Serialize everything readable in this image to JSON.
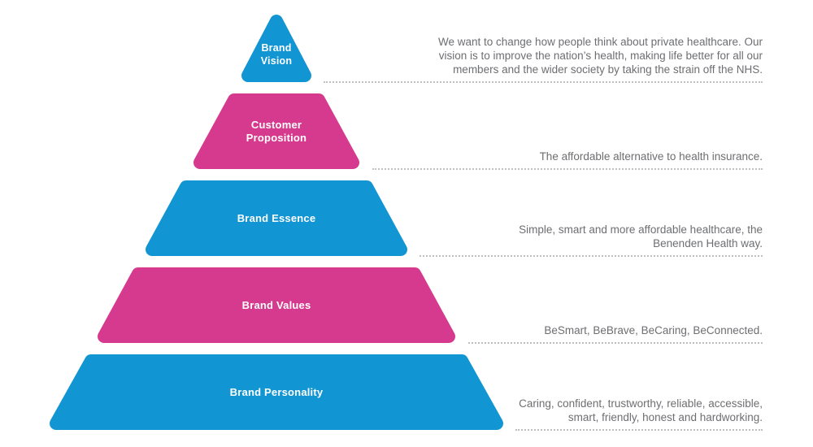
{
  "diagram": {
    "type": "brand-pyramid",
    "colors": {
      "blue": "#1295d3",
      "pink": "#d63a8e",
      "text-gray": "#6d6e71",
      "dotted-line": "#bfbfbf"
    },
    "tiers": [
      {
        "label": "Brand Vision",
        "color": "#1295d3",
        "description": "We want to change how people think about  private healthcare. Our\nvision is to improve the nation’s health, making life better for all our\nmembers and the wider society by taking the strain off the NHS."
      },
      {
        "label": "Customer Proposition",
        "color": "#d63a8e",
        "description": "The affordable alternative to health insurance."
      },
      {
        "label": "Brand Essence",
        "color": "#1295d3",
        "description": "Simple, smart and more affordable healthcare, the\nBenenden Health way."
      },
      {
        "label": "Brand Values",
        "color": "#d63a8e",
        "description": "BeSmart, BeBrave, BeCaring, BeConnected."
      },
      {
        "label": "Brand Personality",
        "color": "#1295d3",
        "description": "Caring, confident, trustworthy, reliable, accessible,\nsmart, friendly, honest and hardworking."
      }
    ]
  }
}
